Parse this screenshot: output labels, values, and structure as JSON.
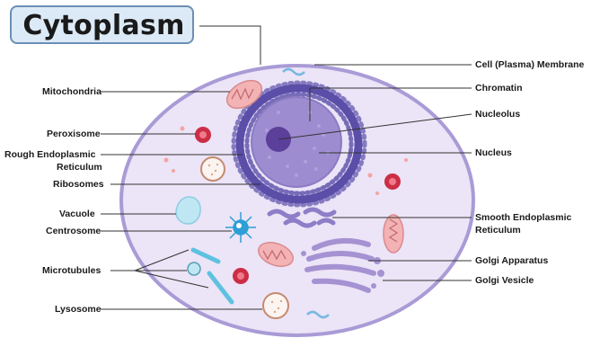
{
  "title": "Cytoplasm",
  "labels_left": {
    "mitochondria": "Mitochondria",
    "peroxisome": "Peroxisome",
    "rough_er_line1": "Rough Endoplasmic",
    "rough_er_line2": "Reticulum",
    "ribosomes": "Ribosomes",
    "vacuole": "Vacuole",
    "centrosome": "Centrosome",
    "microtubules": "Microtubules",
    "lysosome": "Lysosome"
  },
  "labels_right": {
    "cell_membrane": "Cell (Plasma) Membrane",
    "chromatin": "Chromatin",
    "nucleolus": "Nucleolus",
    "nucleus": "Nucleus",
    "smooth_er_line1": "Smooth Endoplasmic",
    "smooth_er_line2": "Reticulum",
    "golgi_apparatus": "Golgi Apparatus",
    "golgi_vesicle": "Golgi Vesicle"
  },
  "colors": {
    "cytoplasm": "#ece4f7",
    "membrane": "#a99bd6",
    "nucleus": "#9d8ccf",
    "nucleolus": "#5b3f9a",
    "rough_er": "#5a4ea8",
    "golgi": "#a592d2",
    "mitochondria": "#f3b3b5",
    "peroxisome": "#cc2e45",
    "vacuole": "#bfe7f3",
    "centrosome": "#2d9ed6",
    "microtubule": "#5fc1e0",
    "lysosome": "#fbf4f0"
  }
}
